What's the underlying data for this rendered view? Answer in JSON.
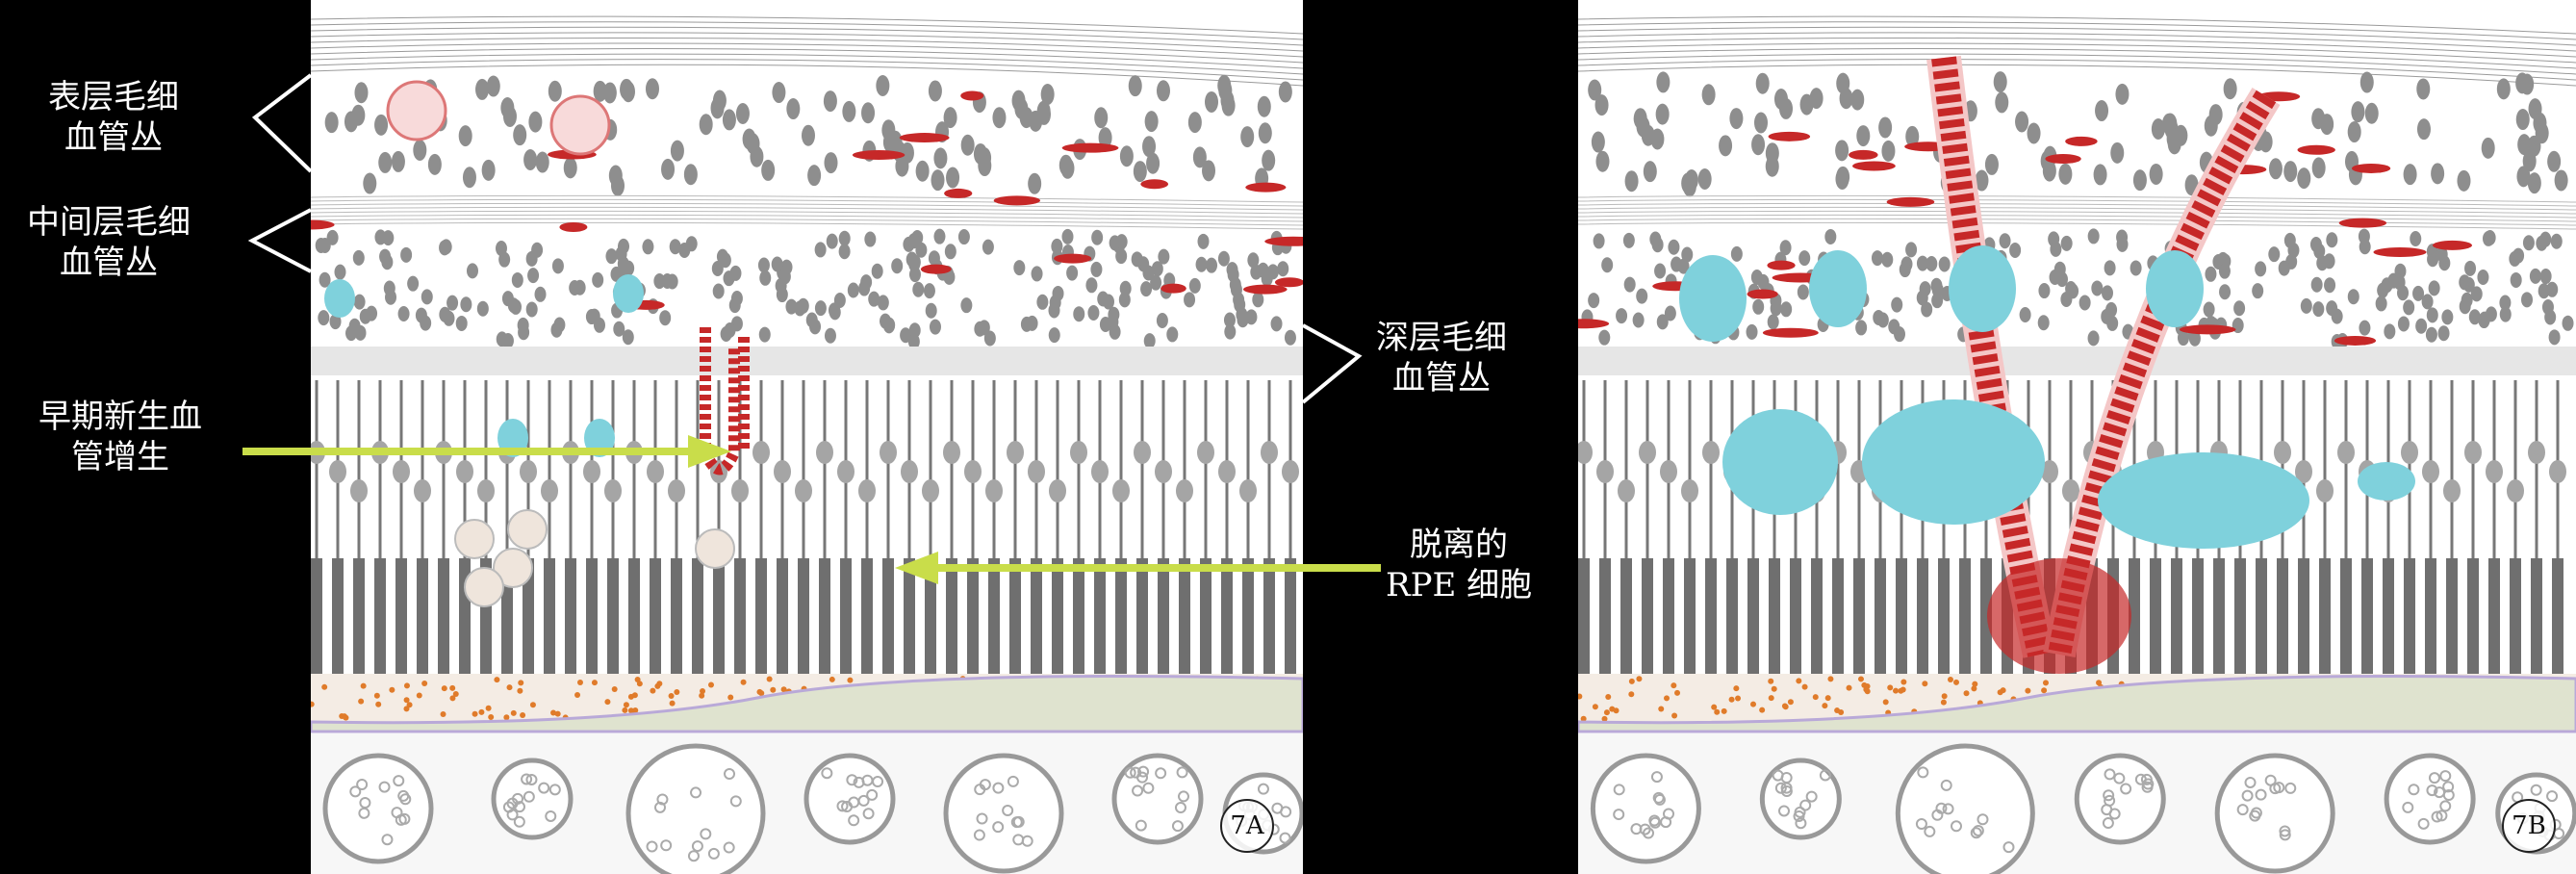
{
  "labels": {
    "superficial_plexus": {
      "line1": "表层毛细",
      "line2": "血管丛"
    },
    "intermediate_plexus": {
      "line1": "中间层毛细",
      "line2": "血管丛"
    },
    "deep_plexus": {
      "line1": "深层毛细",
      "line2": "血管丛"
    },
    "early_neovascularization": {
      "line1": "早期新生血",
      "line2": "管增生"
    },
    "detached_rpe": {
      "line1": "脱离的",
      "line2": "RPE 细胞"
    }
  },
  "panels": {
    "a": "7A",
    "b": "7B"
  },
  "colors": {
    "background": "#000000",
    "vessel_red": "#c62828",
    "fluid_cyan": "#7fd1dc",
    "arrow_yellow": "#c9dd4a",
    "cell_gray": "#8e8e8e",
    "drusen": "#dfe3cf"
  }
}
